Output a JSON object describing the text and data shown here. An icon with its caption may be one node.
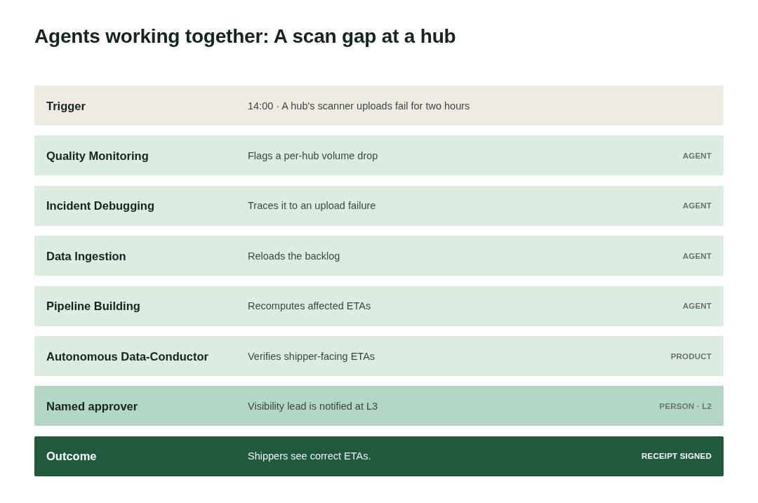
{
  "diagram": {
    "title": "Agents working together: A scan gap at a hub",
    "nodes": [
      {
        "text": [
          "Trigger",
          "14:00 · A hub's scanner uploads fail for two hours"
        ]
      },
      {
        "text": [
          "Quality Monitoring",
          "Flags a per-hub volume drop",
          "AGENT"
        ]
      },
      {
        "text": [
          "Incident Debugging",
          "Traces it to an upload failure",
          "AGENT"
        ]
      },
      {
        "text": [
          "Data Ingestion",
          "Reloads the backlog",
          "AGENT"
        ]
      },
      {
        "text": [
          "Pipeline Building",
          "Recomputes affected ETAs",
          "AGENT"
        ]
      },
      {
        "text": [
          "Autonomous Data-Conductor",
          "Verifies shipper-facing ETAs",
          "PRODUCT"
        ]
      },
      {
        "text": [
          "Named approver",
          "Visibility lead is notified at L3",
          "PERSON · L2"
        ]
      },
      {
        "text": [
          "Outcome",
          "Shippers see correct ETAs.",
          "RECEIPT SIGNED"
        ]
      }
    ]
  }
}
